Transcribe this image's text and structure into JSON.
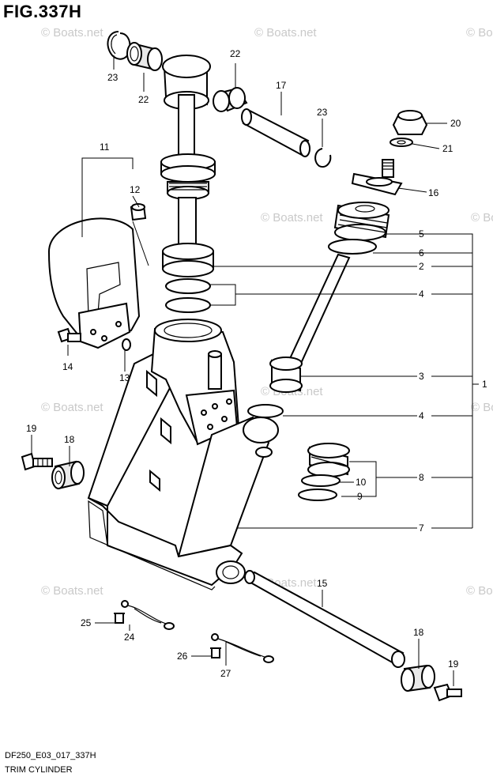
{
  "figure": {
    "title": "FIG.337H",
    "code": "DF250_E03_017_337H",
    "caption": "TRIM CYLINDER",
    "watermark": "© Boats.net"
  },
  "callouts": [
    {
      "id": "c1",
      "label": "1"
    },
    {
      "id": "c2",
      "label": "2"
    },
    {
      "id": "c3",
      "label": "3"
    },
    {
      "id": "c4a",
      "label": "4"
    },
    {
      "id": "c4b",
      "label": "4"
    },
    {
      "id": "c5",
      "label": "5"
    },
    {
      "id": "c6",
      "label": "6"
    },
    {
      "id": "c7",
      "label": "7"
    },
    {
      "id": "c8",
      "label": "8"
    },
    {
      "id": "c9",
      "label": "9"
    },
    {
      "id": "c10",
      "label": "10"
    },
    {
      "id": "c11",
      "label": "11"
    },
    {
      "id": "c12",
      "label": "12"
    },
    {
      "id": "c13",
      "label": "13"
    },
    {
      "id": "c14",
      "label": "14"
    },
    {
      "id": "c15",
      "label": "15"
    },
    {
      "id": "c16",
      "label": "16"
    },
    {
      "id": "c17",
      "label": "17"
    },
    {
      "id": "c18a",
      "label": "18"
    },
    {
      "id": "c18b",
      "label": "18"
    },
    {
      "id": "c19a",
      "label": "19"
    },
    {
      "id": "c19b",
      "label": "19"
    },
    {
      "id": "c20",
      "label": "20"
    },
    {
      "id": "c21",
      "label": "21"
    },
    {
      "id": "c22a",
      "label": "22"
    },
    {
      "id": "c22b",
      "label": "22"
    },
    {
      "id": "c23a",
      "label": "23"
    },
    {
      "id": "c23b",
      "label": "23"
    },
    {
      "id": "c24",
      "label": "24"
    },
    {
      "id": "c25",
      "label": "25"
    },
    {
      "id": "c26",
      "label": "26"
    },
    {
      "id": "c27",
      "label": "27"
    }
  ]
}
